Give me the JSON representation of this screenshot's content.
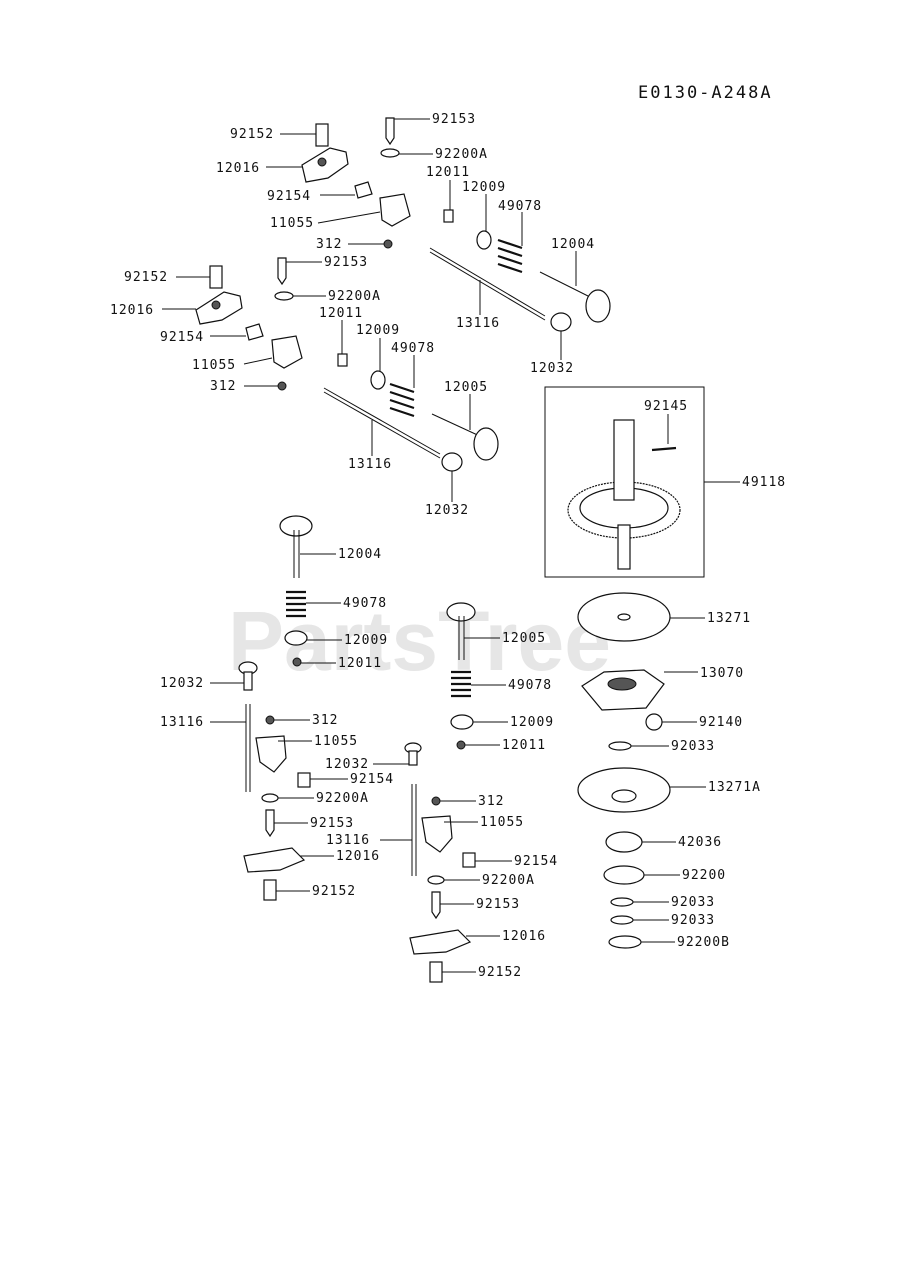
{
  "diagram_code": "E0130-A248A",
  "watermark": "PartsTree",
  "parts": {
    "p92153_a": "92153",
    "p92200A_a": "92200A",
    "p92152_a": "92152",
    "p12016_a": "12016",
    "p12011_a": "12011",
    "p12009_a": "12009",
    "p49078_a": "49078",
    "p92154_a": "92154",
    "p11055_a": "11055",
    "p12004_a": "12004",
    "p312_a": "312",
    "p92152_b": "92152",
    "p92153_b": "92153",
    "p92200A_b": "92200A",
    "p12016_b": "12016",
    "p12011_b": "12011",
    "p13116_a": "13116",
    "p92154_b": "92154",
    "p12009_b": "12009",
    "p49078_b": "49078",
    "p12032_a": "12032",
    "p11055_b": "11055",
    "p312_b": "312",
    "p12005_a": "12005",
    "p13116_b": "13116",
    "p12032_b": "12032",
    "p92145": "92145",
    "p49118": "49118",
    "p12004_b": "12004",
    "p49078_c": "49078",
    "p12009_c": "12009",
    "p12011_c": "12011",
    "p12032_c": "12032",
    "p13116_c": "13116",
    "p312_c": "312",
    "p11055_c": "11055",
    "p92154_c": "92154",
    "p92200A_c": "92200A",
    "p92153_c": "92153",
    "p12016_c": "12016",
    "p92152_c": "92152",
    "p13271": "13271",
    "p12005_b": "12005",
    "p13070": "13070",
    "p49078_d": "49078",
    "p12009_d": "12009",
    "p92140": "92140",
    "p12011_d": "12011",
    "p92033_a": "92033",
    "p12032_d": "12032",
    "p312_d": "312",
    "p13271A": "13271A",
    "p11055_d": "11055",
    "p13116_d": "13116",
    "p92154_d": "92154",
    "p42036": "42036",
    "p92200A_d": "92200A",
    "p92200": "92200",
    "p92153_d": "92153",
    "p92033_b": "92033",
    "p92033_c": "92033",
    "p12016_d": "12016",
    "p92200B": "92200B",
    "p92152_d": "92152"
  }
}
